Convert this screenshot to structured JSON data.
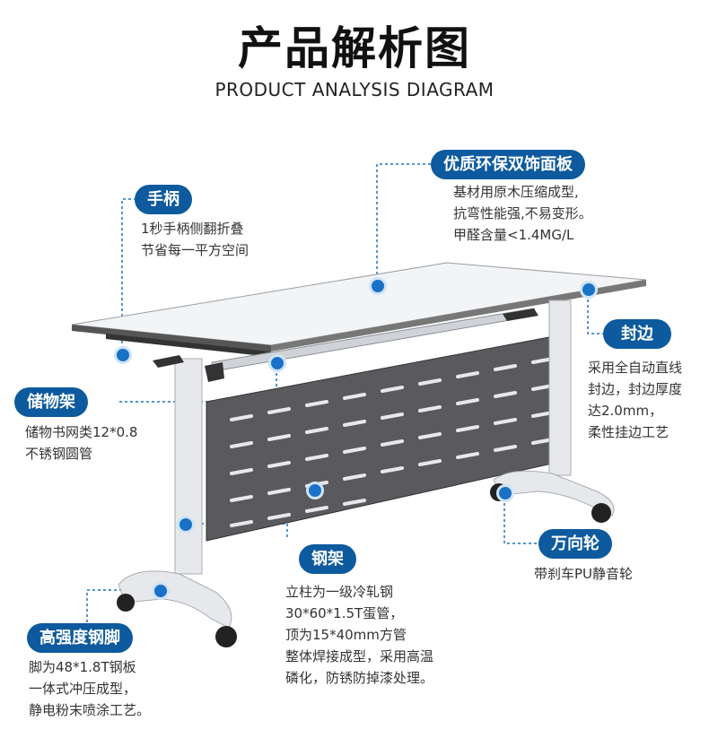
{
  "header": {
    "title": "产品解析图",
    "subtitle": "PRODUCT ANALYSIS DIAGRAM"
  },
  "colors": {
    "accent": "#0d5a9e",
    "dot": "#1a72c6",
    "panel": "#5a5a5e",
    "frame": "#e6e8eb"
  },
  "callouts": {
    "panel_board": {
      "label": "优质环保双饰面板",
      "lines": [
        "基材用原木压缩成型,",
        "抗弯性能强,不易变形。",
        "甲醛含量<1.4MG/L"
      ]
    },
    "handle": {
      "label": "手柄",
      "lines": [
        "1秒手柄侧翻折叠",
        "节省每一平方空间"
      ]
    },
    "edge": {
      "label": "封边",
      "lines": [
        "采用全自动直线",
        "封边，封边厚度",
        "达2.0mm，",
        "柔性挂边工艺"
      ]
    },
    "storage": {
      "label": "储物架",
      "lines": [
        "储物书网类12*0.8",
        "不锈钢圆管"
      ]
    },
    "caster": {
      "label": "万向轮",
      "lines": [
        "带刹车PU静音轮"
      ]
    },
    "steel_frame": {
      "label": "钢架",
      "lines": [
        "立柱为一级冷轧钢",
        "30*60*1.5T蛋管，",
        "顶为15*40mm方管",
        "整体焊接成型，采用高温",
        "磷化，防锈防掉漆处理。"
      ]
    },
    "steel_foot": {
      "label": "高强度钢脚",
      "lines": [
        "脚为48*1.8T钢板",
        "一体式冲压成型，",
        "静电粉末喷涂工艺。"
      ]
    }
  }
}
